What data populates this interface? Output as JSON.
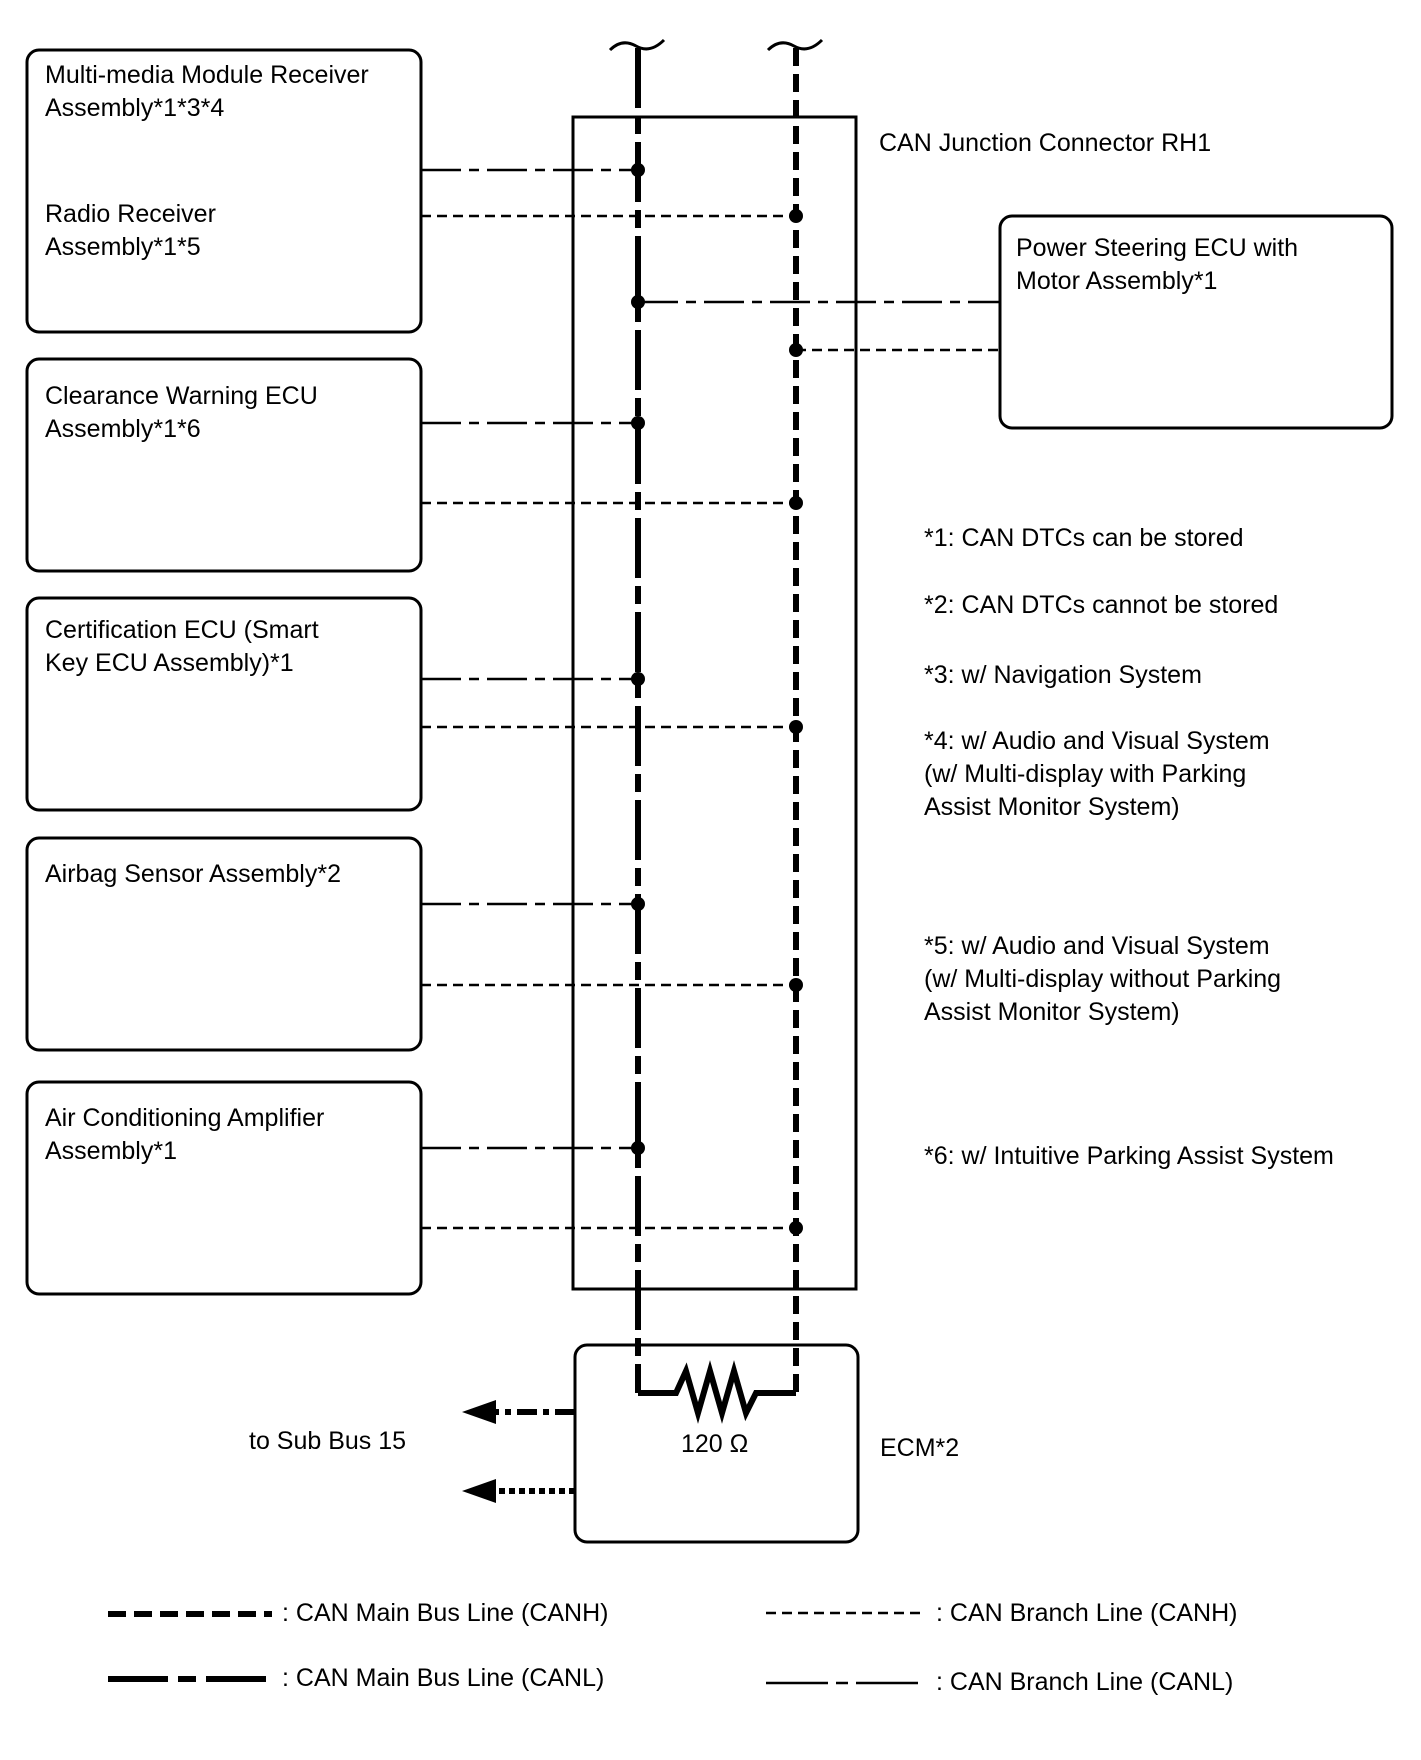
{
  "junction": {
    "label": "CAN Junction Connector RH1"
  },
  "ecm": {
    "label": "ECM*2",
    "resistor": "120 Ω",
    "sub_bus": "to Sub Bus 15"
  },
  "ecus": [
    {
      "id": "multimedia",
      "name": "Multi-media Module Receiver\nAssembly*1*3*4"
    },
    {
      "id": "radio",
      "name": "Radio Receiver\nAssembly*1*5"
    },
    {
      "id": "clearance",
      "name": "Clearance Warning ECU\nAssembly*1*6"
    },
    {
      "id": "certification",
      "name": "Certification ECU (Smart\nKey ECU Assembly)*1"
    },
    {
      "id": "airbag",
      "name": "Airbag Sensor Assembly*2"
    },
    {
      "id": "aircon",
      "name": "Air Conditioning Amplifier\nAssembly*1"
    },
    {
      "id": "power-steering",
      "name": "Power Steering ECU with\nMotor Assembly*1"
    }
  ],
  "notes": [
    "*1: CAN DTCs can be stored",
    "*2: CAN DTCs cannot be stored",
    "*3: w/ Navigation System",
    "*4: w/ Audio and Visual System\n(w/ Multi-display with Parking\nAssist Monitor System)",
    "*5: w/ Audio and Visual System\n(w/ Multi-display without Parking\nAssist Monitor System)",
    "*6: w/ Intuitive Parking Assist System"
  ],
  "legend": [
    {
      "style": "main-canh",
      "label": ": CAN Main Bus Line (CANH)"
    },
    {
      "style": "main-canl",
      "label": ": CAN Main Bus Line (CANL)"
    },
    {
      "style": "branch-canh",
      "label": ": CAN Branch Line (CANH)"
    },
    {
      "style": "branch-canl",
      "label": ": CAN Branch Line (CANL)"
    }
  ]
}
